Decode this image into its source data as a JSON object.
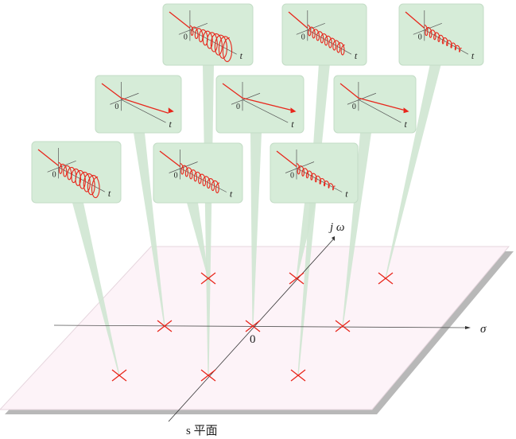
{
  "plane": {
    "sigma_label": "σ",
    "jomega_label": "j ω",
    "origin_label": "0",
    "plane_label": "s 平面",
    "plane_color": "#fdf3f8",
    "leader_color": "#cfe6d2",
    "card_color": "#d6ecd8",
    "curve_color": "#e8261b"
  },
  "cards": [
    {
      "id": "top-left",
      "kind": "helix",
      "r0": 5,
      "r1": 16,
      "origin": "0",
      "t": "t"
    },
    {
      "id": "top-middle",
      "kind": "helix",
      "r0": 6,
      "r1": 7,
      "origin": "0",
      "t": "t"
    },
    {
      "id": "top-right",
      "kind": "helix",
      "r0": 6,
      "r1": 3,
      "origin": "0",
      "t": "t"
    },
    {
      "id": "mid-left",
      "kind": "line-curve",
      "origin": "0",
      "t": "t"
    },
    {
      "id": "mid-center",
      "kind": "line",
      "origin": "0",
      "t": "t"
    },
    {
      "id": "mid-right",
      "kind": "line",
      "origin": "0",
      "t": "t"
    },
    {
      "id": "bottom-left",
      "kind": "helix",
      "r0": 6,
      "r1": 14,
      "origin": "0",
      "t": "t"
    },
    {
      "id": "bottom-center",
      "kind": "helix",
      "r0": 6,
      "r1": 7,
      "origin": "0",
      "t": "t"
    },
    {
      "id": "bottom-right",
      "kind": "helix",
      "r0": 6,
      "r1": 3,
      "origin": "0",
      "t": "t"
    }
  ]
}
